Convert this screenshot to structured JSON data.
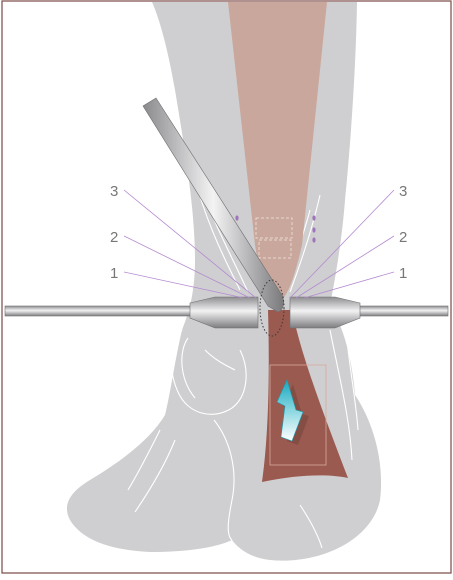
{
  "figure": {
    "colors": {
      "frame": "#7a4a45",
      "limb_gray": "#cfcfd1",
      "limb_outline": "#ffffff",
      "tendon_tan": "#c9a79c",
      "tendon_dark": "#9a5a4f",
      "instrument_steel": "#bdbdc0",
      "marker_purple": "#a074b8",
      "arrow_cyan": "#2bb3c8",
      "label_gray": "#777777"
    },
    "labels_left": [
      "3",
      "2",
      "1"
    ],
    "labels_right": [
      "3",
      "2",
      "1"
    ],
    "icons": {
      "arrow": "up-arrow-icon"
    }
  }
}
